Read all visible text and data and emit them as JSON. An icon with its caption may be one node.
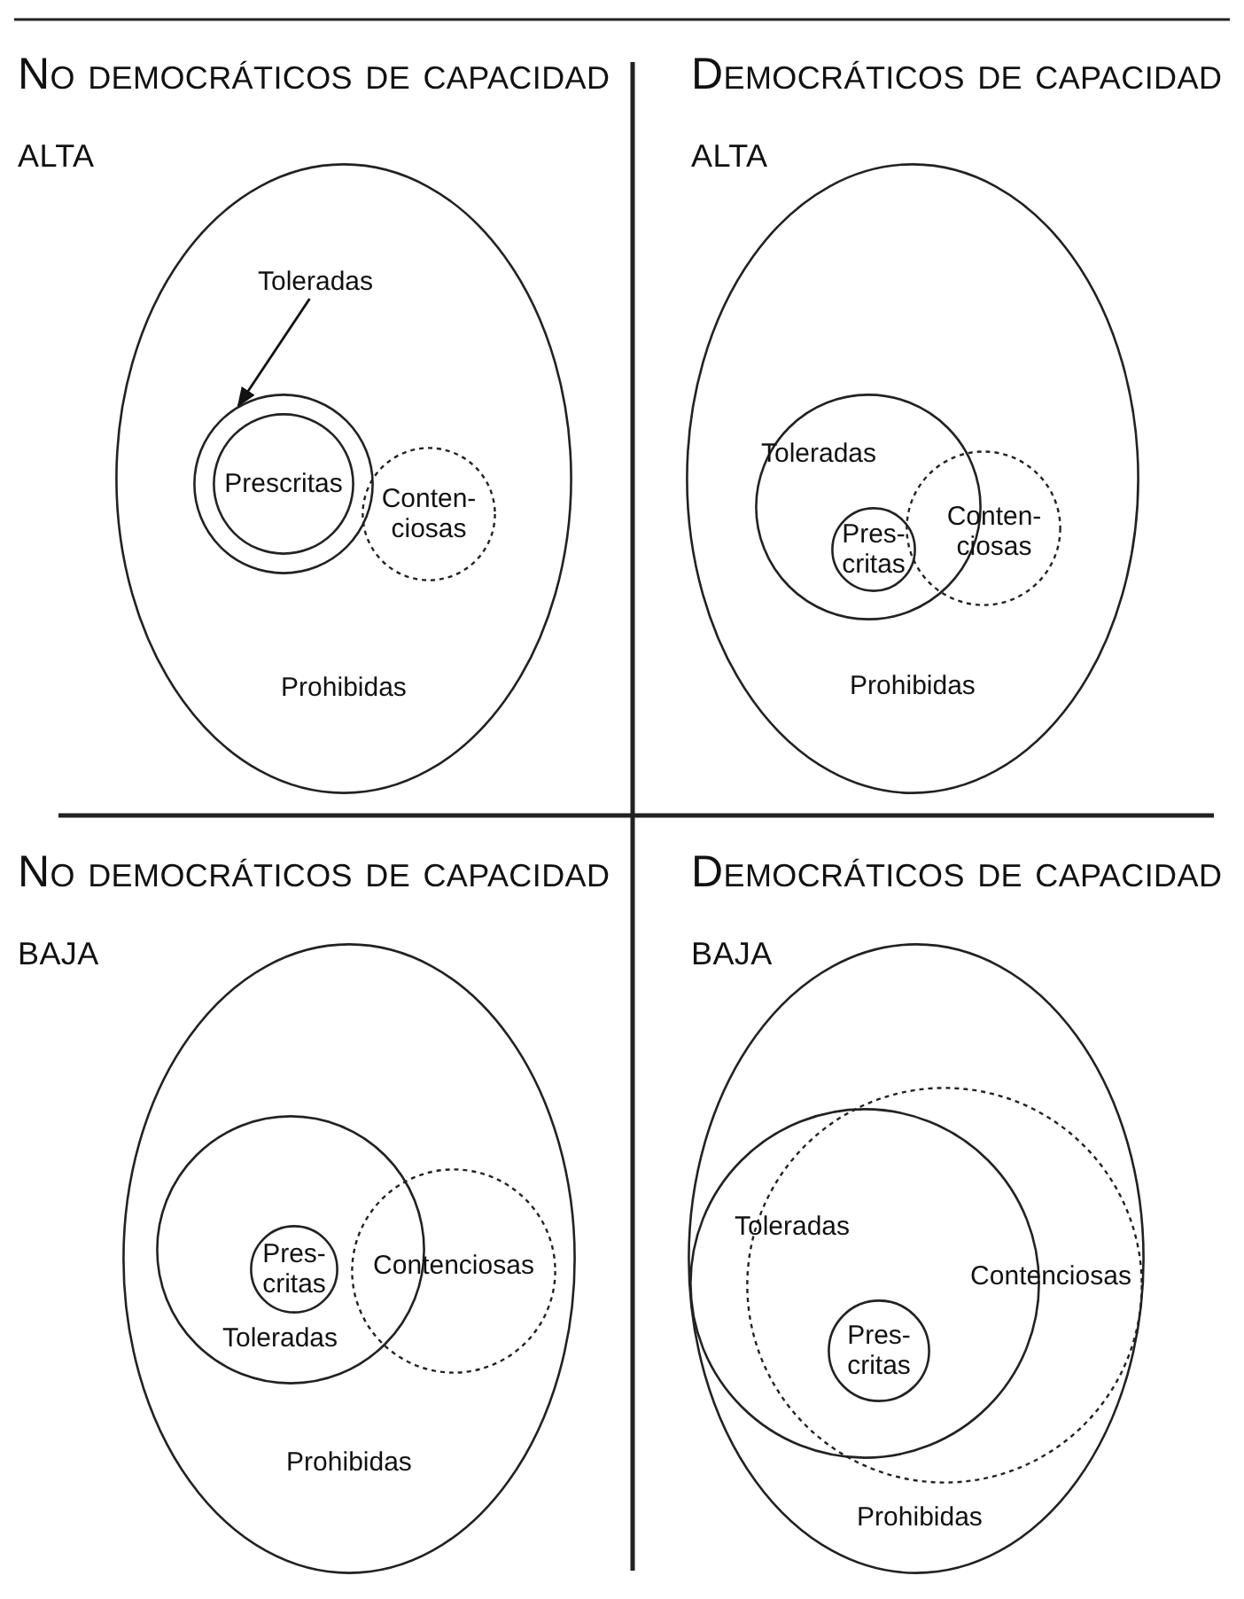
{
  "diagram": {
    "nodes": [
      {
        "text": [
          "Prohibidas"
        ]
      },
      {
        "text": [
          "Toleradas"
        ],
        "in": 0
      },
      {
        "text": [],
        "shape": "circle",
        "in": 0
      },
      {
        "text": [
          "Prescritas"
        ],
        "in": 2
      },
      {
        "text": [
          "Conten- ciosas"
        ],
        "in": 0
      },
      {
        "text": [
          "Prohibidas"
        ]
      },
      {
        "text": [
          "Toleradas"
        ],
        "in": 5
      },
      {
        "text": [
          "Pres- critas"
        ],
        "in": 6
      },
      {
        "text": [
          "Conten- ciosas"
        ],
        "in": 5
      },
      {
        "text": [
          "Prohibidas"
        ]
      },
      {
        "text": [
          "Toleradas"
        ],
        "in": 9
      },
      {
        "text": [
          "Pres- critas"
        ],
        "in": 10
      },
      {
        "text": [
          "Contenciosas"
        ],
        "in": 9
      },
      {
        "text": [
          "Prohibidas"
        ]
      },
      {
        "text": [
          "Toleradas"
        ],
        "in": 13
      },
      {
        "text": [
          "Contenciosas"
        ],
        "in": 13
      },
      {
        "text": [
          "Pres- critas"
        ],
        "in": 14
      }
    ],
    "edges": [
      {
        "from": 1,
        "to": 2,
        "arrow": "to"
      }
    ],
    "labels": [
      "No democráticos de capacidad alta",
      "Democráticos de capacidad alta",
      "No democráticos de capacidad baja",
      "Democráticos de capacidad baja"
    ]
  }
}
